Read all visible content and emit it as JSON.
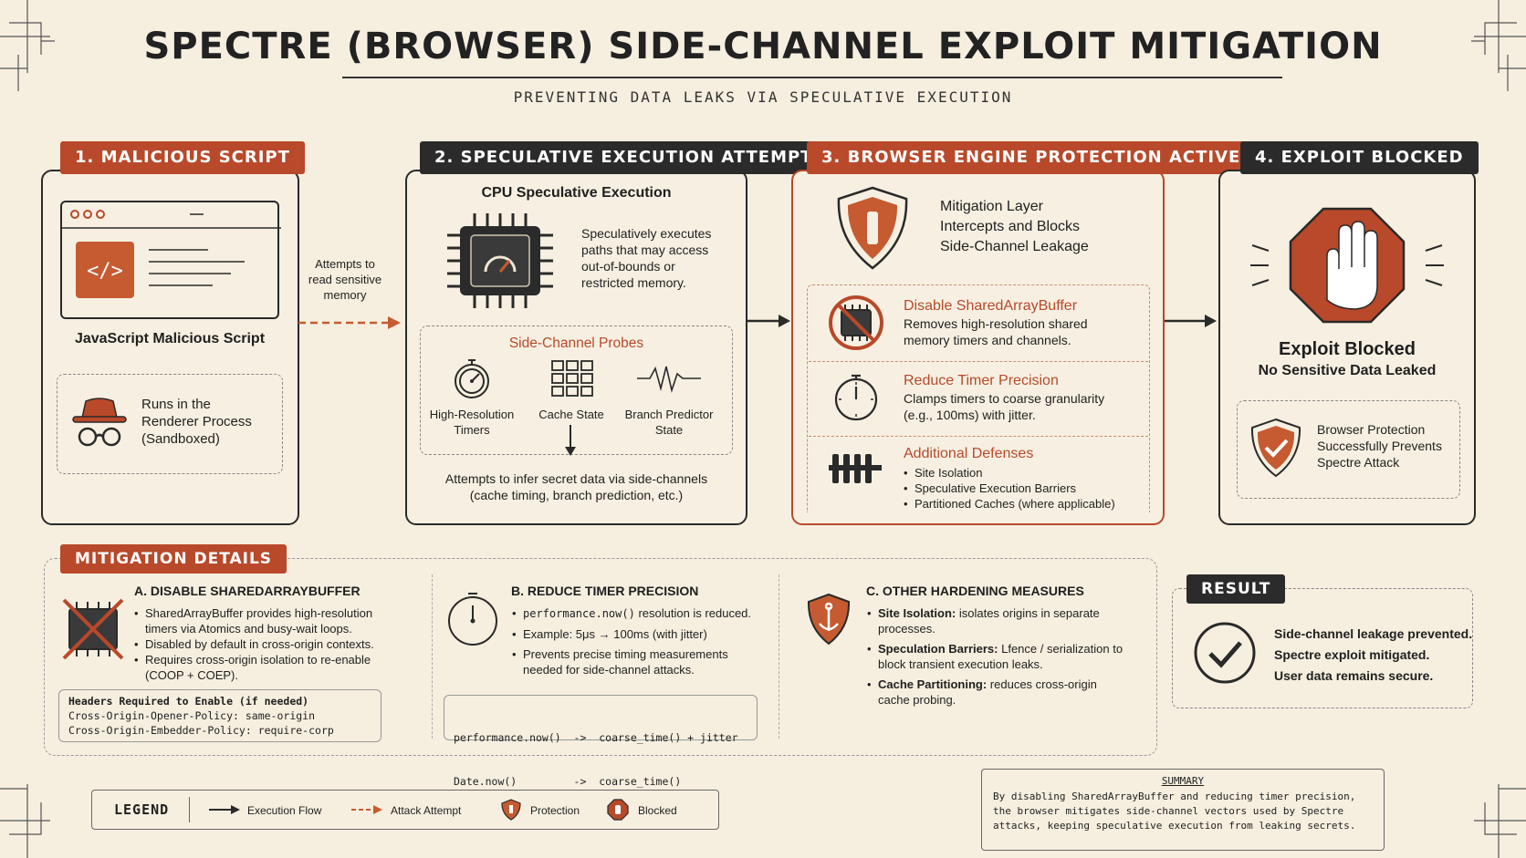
{
  "header": {
    "title": "SPECTRE (BROWSER) SIDE-CHANNEL EXPLOIT MITIGATION",
    "subtitle": "PREVENTING DATA LEAKS VIA SPECULATIVE EXECUTION"
  },
  "step1": {
    "tab": "1. MALICIOUS SCRIPT",
    "caption": "JavaScript Malicious Script",
    "renderer_line1": "Runs in the",
    "renderer_line2": "Renderer Process",
    "renderer_line3": "(Sandboxed)"
  },
  "arrow1": {
    "line1": "Attempts to",
    "line2": "read sensitive",
    "line3": "memory"
  },
  "step2": {
    "tab": "2. SPECULATIVE EXECUTION ATTEMPT",
    "heading": "CPU Speculative Execution",
    "desc1": "Speculatively executes",
    "desc2": "paths that may access",
    "desc3": "out-of-bounds or",
    "desc4": "restricted memory.",
    "probes_title": "Side-Channel Probes",
    "probe1_l1": "High-Resolution",
    "probe1_l2": "Timers",
    "probe2": "Cache State",
    "probe3_l1": "Branch Predictor",
    "probe3_l2": "State",
    "footer1": "Attempts to infer secret data via side-channels",
    "footer2": "(cache timing, branch prediction, etc.)"
  },
  "step3": {
    "tab": "3. BROWSER ENGINE PROTECTION ACTIVE",
    "mit1": "Mitigation Layer",
    "mit2": "Intercepts and Blocks",
    "mit3": "Side-Channel Leakage",
    "d1_title": "Disable SharedArrayBuffer",
    "d1_l1": "Removes high-resolution shared",
    "d1_l2": "memory timers and channels.",
    "d2_title": "Reduce Timer Precision",
    "d2_l1": "Clamps timers to coarse granularity",
    "d2_l2": "(e.g., 100ms) with jitter.",
    "d3_title": "Additional Defenses",
    "d3_items": [
      "Site Isolation",
      "Speculative Execution Barriers",
      "Partitioned Caches (where applicable)"
    ]
  },
  "step4": {
    "tab": "4. EXPLOIT BLOCKED",
    "title": "Exploit Blocked",
    "subtitle": "No Sensitive Data Leaked",
    "bp1": "Browser Protection",
    "bp2": "Successfully Prevents",
    "bp3": "Spectre Attack"
  },
  "details": {
    "tab": "MITIGATION DETAILS",
    "a_title": "A. DISABLE SHAREDARRAYBUFFER",
    "a_items": [
      "SharedArrayBuffer provides high-resolution timers via Atomics and busy-wait loops.",
      "Disabled by default in cross-origin contexts.",
      "Requires cross-origin isolation to re-enable (COOP + COEP)."
    ],
    "a_code_title": "Headers Required to Enable (if needed)",
    "a_code1": "Cross-Origin-Opener-Policy: same-origin",
    "a_code2": "Cross-Origin-Embedder-Policy: require-corp",
    "b_title": "B. REDUCE TIMER PRECISION",
    "b_item1_code": "performance.now()",
    "b_item1_rest": " resolution is reduced.",
    "b_item2": "Example: 5μs → 100ms (with jitter)",
    "b_item3": "Prevents precise timing measurements needed for side-channel attacks.",
    "b_code1": "performance.now()  ->  coarse_time() + jitter",
    "b_code2": "Date.now()         ->  coarse_time()",
    "c_title": "C. OTHER HARDENING MEASURES",
    "c1_b": "Site Isolation:",
    "c1_r": " isolates origins in separate processes.",
    "c2_b": "Speculation Barriers:",
    "c2_r": " Lfence / serialization to block transient execution leaks.",
    "c3_b": "Cache Partitioning:",
    "c3_r": " reduces cross-origin cache probing."
  },
  "result": {
    "tab": "RESULT",
    "l1": "Side-channel leakage prevented.",
    "l2": "Spectre exploit mitigated.",
    "l3": "User data remains secure."
  },
  "legend": {
    "title": "LEGEND",
    "exec": "Execution Flow",
    "attack": "Attack Attempt",
    "protection": "Protection",
    "blocked": "Blocked"
  },
  "summary": {
    "title": "SUMMARY",
    "l1": "By disabling SharedArrayBuffer and reducing timer precision,",
    "l2": "the browser mitigates side-channel vectors used by Spectre",
    "l3": "attacks, keeping speculative execution from leaking secrets."
  },
  "colors": {
    "rust": "#b8492a",
    "ink": "#2b2b2b",
    "paper": "#f6efe0"
  }
}
